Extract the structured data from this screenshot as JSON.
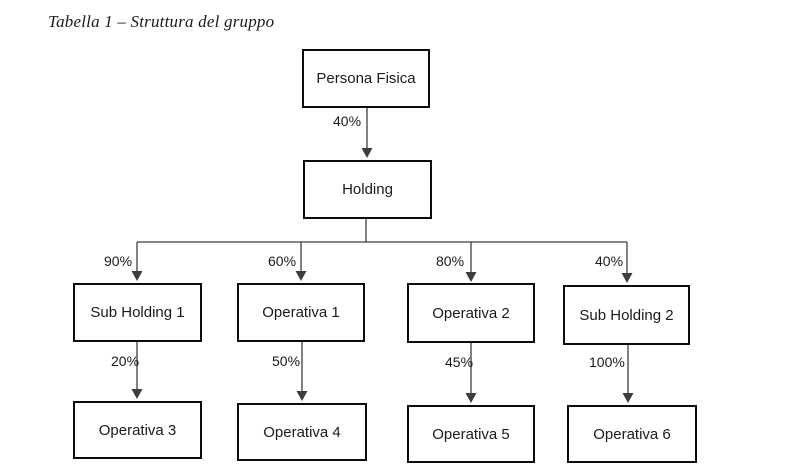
{
  "title": "Tabella 1 – Struttura del gruppo",
  "colors": {
    "line": "#3d3d3d",
    "box_border": "#0d0d0d",
    "text": "#1a1a1a",
    "background": "#ffffff"
  },
  "nodes": {
    "persona_fisica": {
      "label": "Persona Fisica"
    },
    "holding": {
      "label": "Holding"
    },
    "sub_holding_1": {
      "label": "Sub Holding 1"
    },
    "operativa_1": {
      "label": "Operativa 1"
    },
    "operativa_2": {
      "label": "Operativa 2"
    },
    "sub_holding_2": {
      "label": "Sub Holding 2"
    },
    "operativa_3": {
      "label": "Operativa 3"
    },
    "operativa_4": {
      "label": "Operativa 4"
    },
    "operativa_5": {
      "label": "Operativa 5"
    },
    "operativa_6": {
      "label": "Operativa 6"
    }
  },
  "edges": {
    "persona_fisica_to_holding": {
      "from": "Persona Fisica",
      "to": "Holding",
      "label": "40%"
    },
    "holding_to_sub_holding_1": {
      "from": "Holding",
      "to": "Sub Holding 1",
      "label": "90%"
    },
    "holding_to_operativa_1": {
      "from": "Holding",
      "to": "Operativa 1",
      "label": "60%"
    },
    "holding_to_operativa_2": {
      "from": "Holding",
      "to": "Operativa 2",
      "label": "80%"
    },
    "holding_to_sub_holding_2": {
      "from": "Holding",
      "to": "Sub Holding 2",
      "label": "40%"
    },
    "sub_holding_1_to_operativa_3": {
      "from": "Sub Holding 1",
      "to": "Operativa 3",
      "label": "20%"
    },
    "operativa_1_to_operativa_4": {
      "from": "Operativa 1",
      "to": "Operativa 4",
      "label": "50%"
    },
    "operativa_2_to_operativa_5": {
      "from": "Operativa 2",
      "to": "Operativa 5",
      "label": "45%"
    },
    "sub_holding_2_to_operativa_6": {
      "from": "Sub Holding 2",
      "to": "Operativa 6",
      "label": "100%"
    }
  }
}
